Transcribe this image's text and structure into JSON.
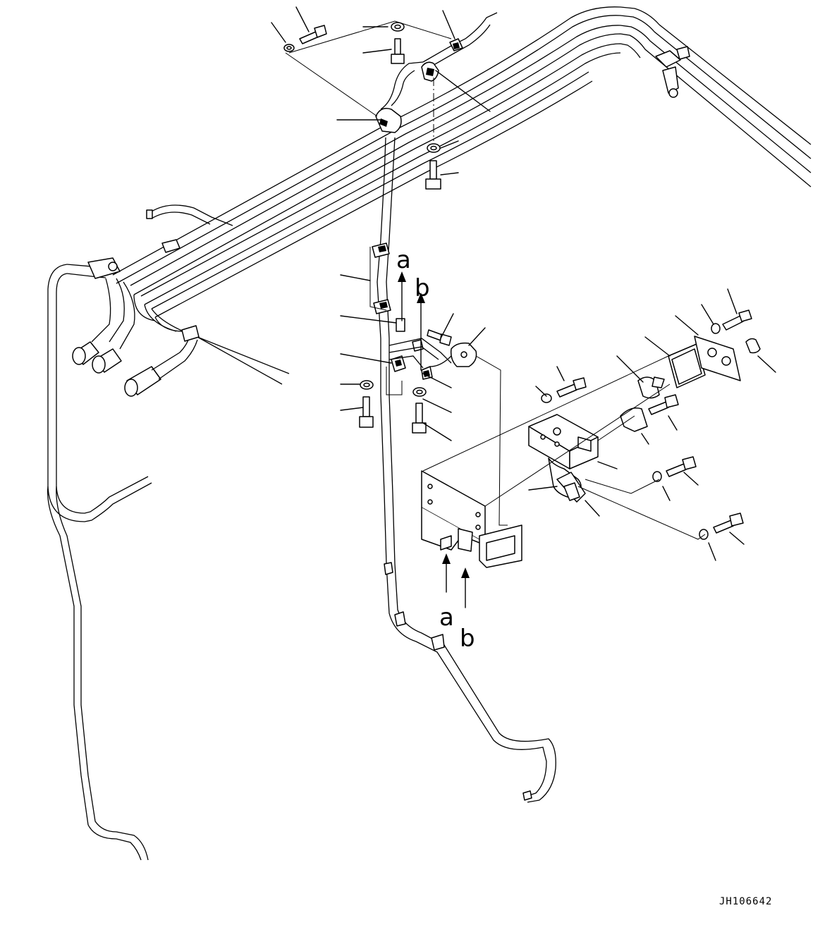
{
  "callouts": {
    "a": "a",
    "b": "b"
  },
  "drawing_code": "JH106642"
}
